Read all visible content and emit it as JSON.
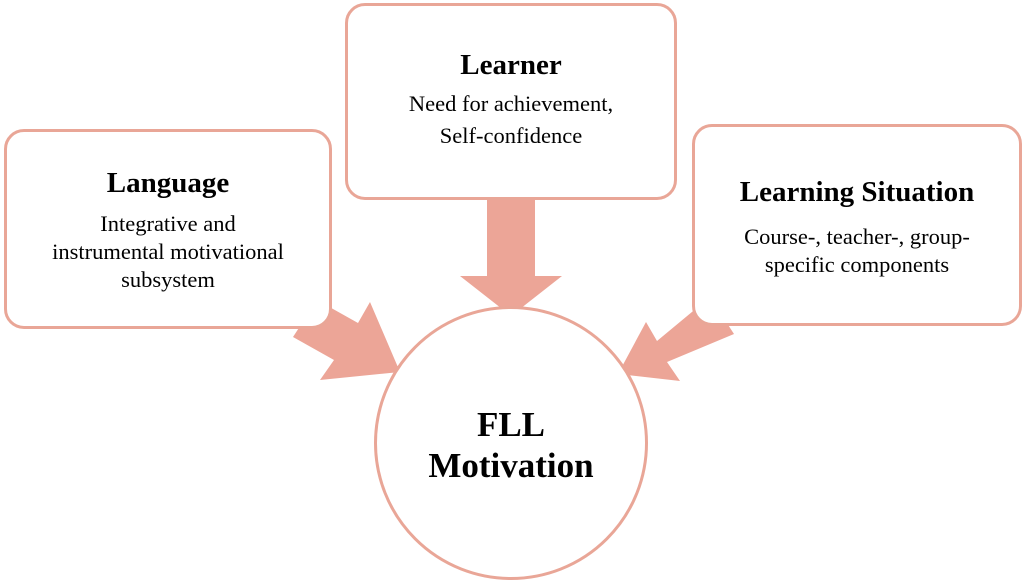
{
  "colors": {
    "accent": "#e9a697",
    "arrow_fill": "#eca597",
    "background": "#ffffff",
    "text": "#000000"
  },
  "nodes": {
    "language": {
      "title": "Language",
      "body_lines": [
        "Integrative and",
        "instrumental motivational",
        "subsystem"
      ]
    },
    "learner": {
      "title": "Learner",
      "body_lines": [
        "Need for achievement,",
        "Self-confidence"
      ]
    },
    "learning_situation": {
      "title": "Learning Situation",
      "body_lines": [
        "Course-, teacher-, group-",
        "specific components"
      ]
    },
    "center": {
      "lines": [
        "FLL",
        "Motivation"
      ]
    }
  },
  "edges": [
    {
      "from": "language",
      "to": "center"
    },
    {
      "from": "learner",
      "to": "center"
    },
    {
      "from": "learning_situation",
      "to": "center"
    }
  ]
}
